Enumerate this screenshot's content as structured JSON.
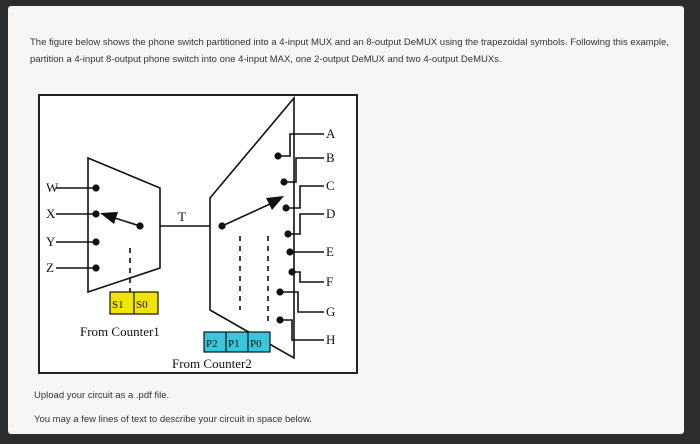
{
  "question": {
    "text": "The figure below shows the phone switch partitioned into a 4-input MUX and an 8-output DeMUX using the trapezoidal symbols. Following this example, partition a 4-input 8-output phone switch into one 4-input MAX, one 2-output DeMUX and two 4-output DeMUXs."
  },
  "figure": {
    "inputs": [
      "W",
      "X",
      "Y",
      "Z"
    ],
    "link_label": "T",
    "outputs": [
      "A",
      "B",
      "C",
      "D",
      "E",
      "F",
      "G",
      "H"
    ],
    "counter1": {
      "bits": [
        "S1",
        "S0"
      ],
      "label": "From Counter1"
    },
    "counter2": {
      "bits": [
        "P2",
        "P1",
        "P0"
      ],
      "label": "From Counter2"
    },
    "colors": {
      "counter1_box": "#f2e400",
      "counter2_box": "#38c6dc"
    }
  },
  "footer": {
    "upload_text": "Upload your circuit as a .pdf file.",
    "describe_text": "You may a few lines of text to describe your circuit in space below."
  }
}
